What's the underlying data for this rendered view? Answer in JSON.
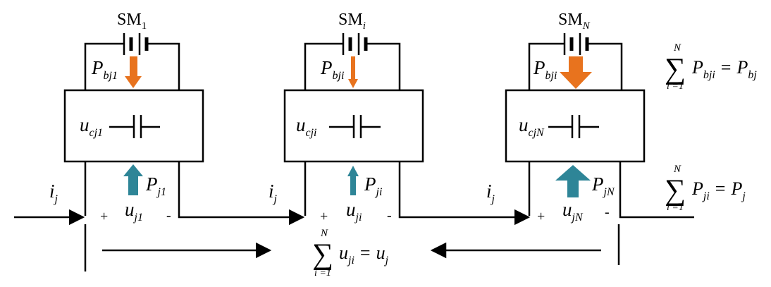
{
  "colors": {
    "battery_power_arrow": "#E8731E",
    "dc_power_arrow": "#2E8597",
    "line": "#000000",
    "background": "#FFFFFF"
  },
  "submodules": [
    {
      "label_main": "SM",
      "label_sub": "1",
      "pb_main": "P",
      "pb_sub": "bj1",
      "uc_main": "u",
      "uc_sub": "cj1",
      "p_main": "P",
      "p_sub": "j1",
      "u_main": "u",
      "u_sub": "j1",
      "current_main": "i",
      "current_sub": "j",
      "plus": "+",
      "minus": "-"
    },
    {
      "label_main": "SM",
      "label_sub": "i",
      "pb_main": "P",
      "pb_sub": "bji",
      "uc_main": "u",
      "uc_sub": "cji",
      "p_main": "P",
      "p_sub": "ji",
      "u_main": "u",
      "u_sub": "ji",
      "current_main": "i",
      "current_sub": "j",
      "plus": "+",
      "minus": "-"
    },
    {
      "label_main": "SM",
      "label_sub": "N",
      "pb_main": "P",
      "pb_sub": "bji",
      "uc_main": "u",
      "uc_sub": "cjN",
      "p_main": "P",
      "p_sub": "jN",
      "u_main": "u",
      "u_sub": "jN",
      "current_main": "i",
      "current_sub": "j",
      "plus": "+",
      "minus": "-"
    }
  ],
  "equations": {
    "sum_upper": "N",
    "sum_lower": "i =1",
    "sum_symbol": "∑",
    "eq_sign": "=",
    "battery": {
      "lhs_main": "P",
      "lhs_sub": "bji",
      "rhs_main": "P",
      "rhs_sub": "bj"
    },
    "power": {
      "lhs_main": "P",
      "lhs_sub": "ji",
      "rhs_main": "P",
      "rhs_sub": "j"
    },
    "voltage": {
      "lhs_main": "u",
      "lhs_sub": "ji",
      "rhs_main": "u",
      "rhs_sub": "j"
    }
  }
}
